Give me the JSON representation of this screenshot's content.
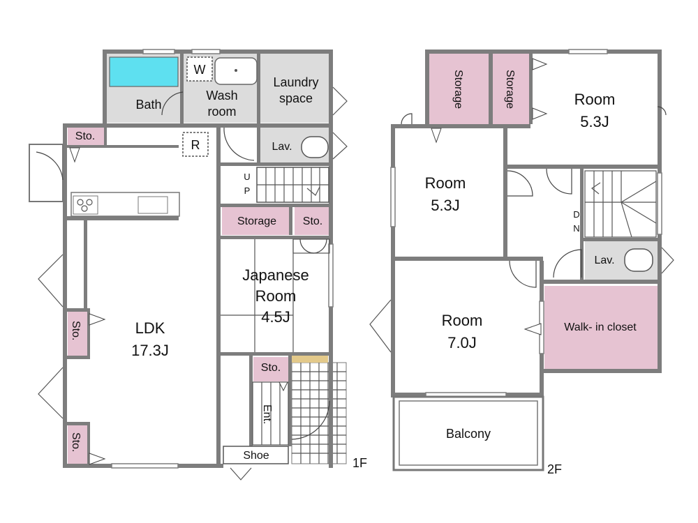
{
  "floors": {
    "first": {
      "label": "1F",
      "rooms": {
        "bath": "Bath",
        "wash_line1": "Wash",
        "wash_line2": "room",
        "laundry_line1": "Laundry",
        "laundry_line2": "space",
        "washer_mark": "W",
        "fridge_mark": "R",
        "lav": "Lav.",
        "storage": "Storage",
        "sto_kitchen": "Sto.",
        "sto_left_middle": "Sto.",
        "sto_left_bottom": "Sto.",
        "sto_japanese": "Sto.",
        "sto_entrance": "Sto.",
        "stairs_up_1": "U",
        "stairs_up_2": "P",
        "japanese_line1": "Japanese",
        "japanese_line2": "Room",
        "japanese_size": "4.5J",
        "ldk_line1": "LDK",
        "ldk_size": "17.3J",
        "entrance": "Ent.",
        "shoe": "Shoe"
      }
    },
    "second": {
      "label": "2F",
      "rooms": {
        "storage_a": "Storage",
        "storage_b": "Storage",
        "room_ne_line1": "Room",
        "room_ne_size": "5.3J",
        "room_w_line1": "Room",
        "room_w_size": "5.3J",
        "stairs_dn_1": "D",
        "stairs_dn_2": "N",
        "lav": "Lav.",
        "room_sw_line1": "Room",
        "room_sw_size": "7.0J",
        "walkin": "Walk- in closet",
        "balcony": "Balcony"
      }
    }
  },
  "colors": {
    "wall": "#7d7d7d",
    "storage": "#e6c3d2",
    "wet_area": "#dcdcdc",
    "bathtub": "#5ee0f0",
    "entrance_step": "#e3c98a"
  }
}
